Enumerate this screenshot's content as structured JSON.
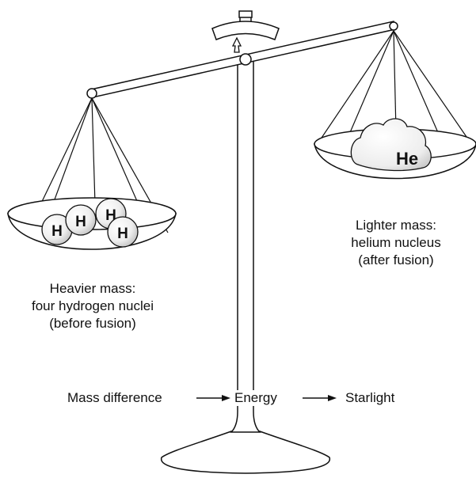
{
  "left_pan": {
    "atom_symbol": "H",
    "caption": [
      "Heavier mass:",
      "four hydrogen nuclei",
      "(before fusion)"
    ]
  },
  "right_pan": {
    "atom_symbol": "He",
    "caption": [
      "Lighter mass:",
      "helium nucleus",
      "(after fusion)"
    ]
  },
  "flow": {
    "mass_difference": "Mass difference",
    "energy": "Energy",
    "starlight": "Starlight"
  },
  "colors": {
    "line": "#111111",
    "fill": "#ffffff",
    "shade": "#d9d9d9"
  }
}
